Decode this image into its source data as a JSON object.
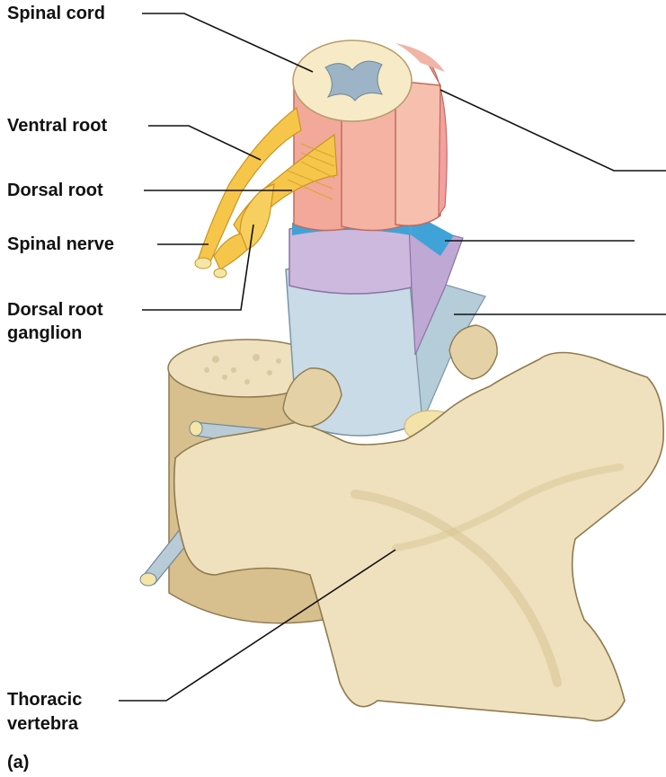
{
  "labels": {
    "spinal_cord": "Spinal cord",
    "ventral_root": "Ventral root",
    "dorsal_root": "Dorsal root",
    "spinal_nerve": "Spinal nerve",
    "dorsal_root_ganglion_line1": "Dorsal root",
    "dorsal_root_ganglion_line2": "ganglion",
    "thoracic_vertebra_line1": "Thoracic",
    "thoracic_vertebra_line2": "vertebra",
    "panel": "(a)"
  },
  "colors": {
    "bone": "#efe1bd",
    "bone_shadow": "#c9b585",
    "nerve": "#f6c64a",
    "cord": "#f2a999",
    "cord_top": "#f6ebc6",
    "grey_matter": "#9db3c6",
    "dura": "#c9dbe6",
    "arachnoid": "#cdb9de",
    "subarachnoid": "#3fa3d8",
    "leader": "#111111"
  }
}
